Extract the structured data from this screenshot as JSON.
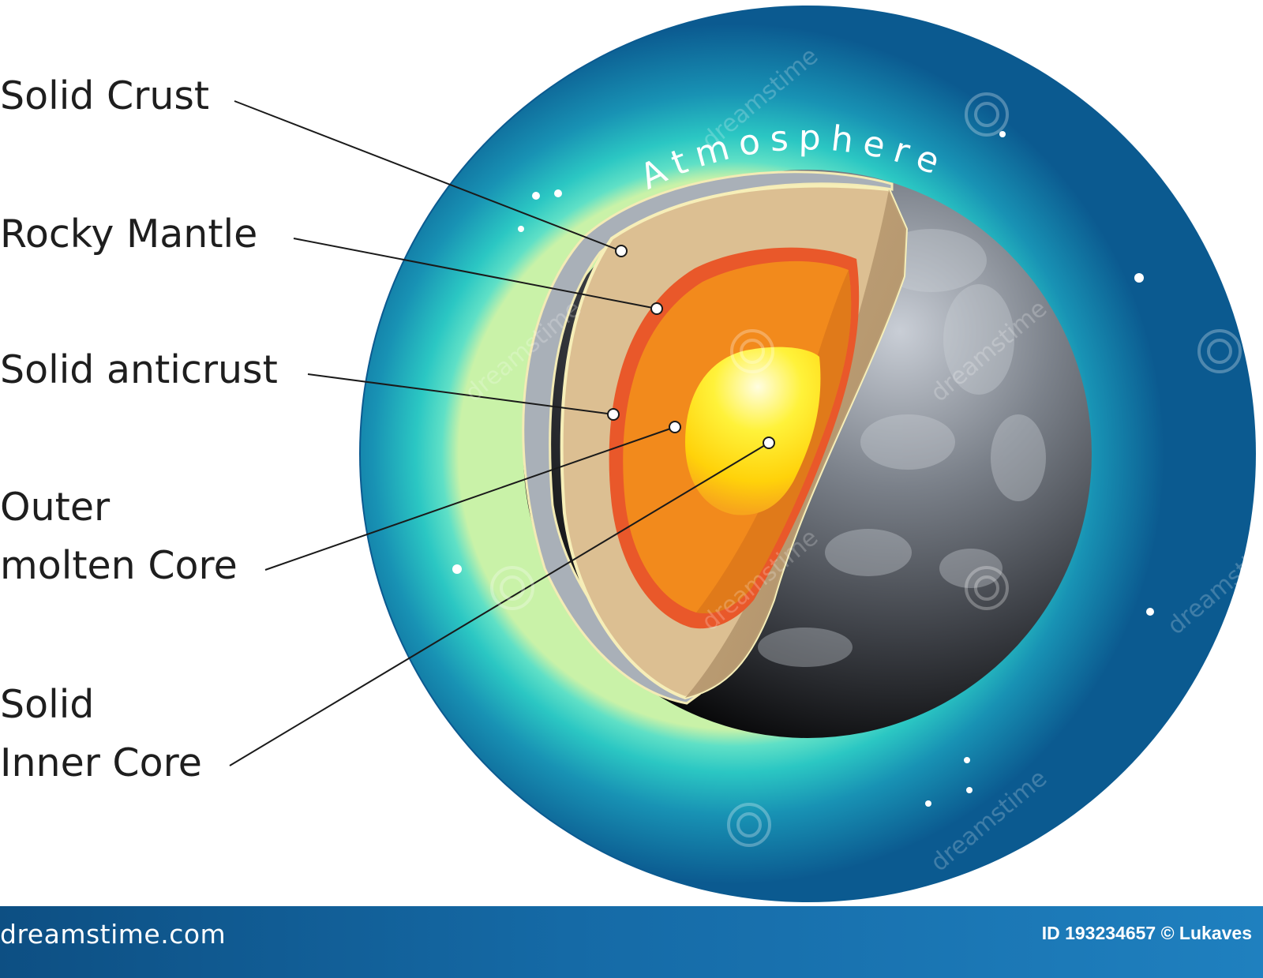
{
  "labels": {
    "atmosphere": "Atmosphere",
    "solid_crust": "Solid Crust",
    "rocky_mantle": "Rocky Mantle",
    "solid_anticrust": "Solid anticrust",
    "outer_core_line1": "Outer",
    "outer_core_line2": "molten Core",
    "inner_core_line1": "Solid",
    "inner_core_line2": "Inner Core"
  },
  "watermark": {
    "site": "dreamstime.com",
    "image_id": "ID 193234657",
    "credit": "© Lukaves",
    "tile_text": "dreamstime"
  },
  "colors": {
    "space": "#0d5f95",
    "atmosphere_glow": "#3cd0be",
    "crust": "#a9b0b8",
    "mantle": "#dcbf92",
    "anticrust": "#e9582a",
    "outer_core": "#f28a1c",
    "inner_core": "#ffe20a",
    "planet_surface": "#3a3d43",
    "footer": "#136aa5"
  }
}
